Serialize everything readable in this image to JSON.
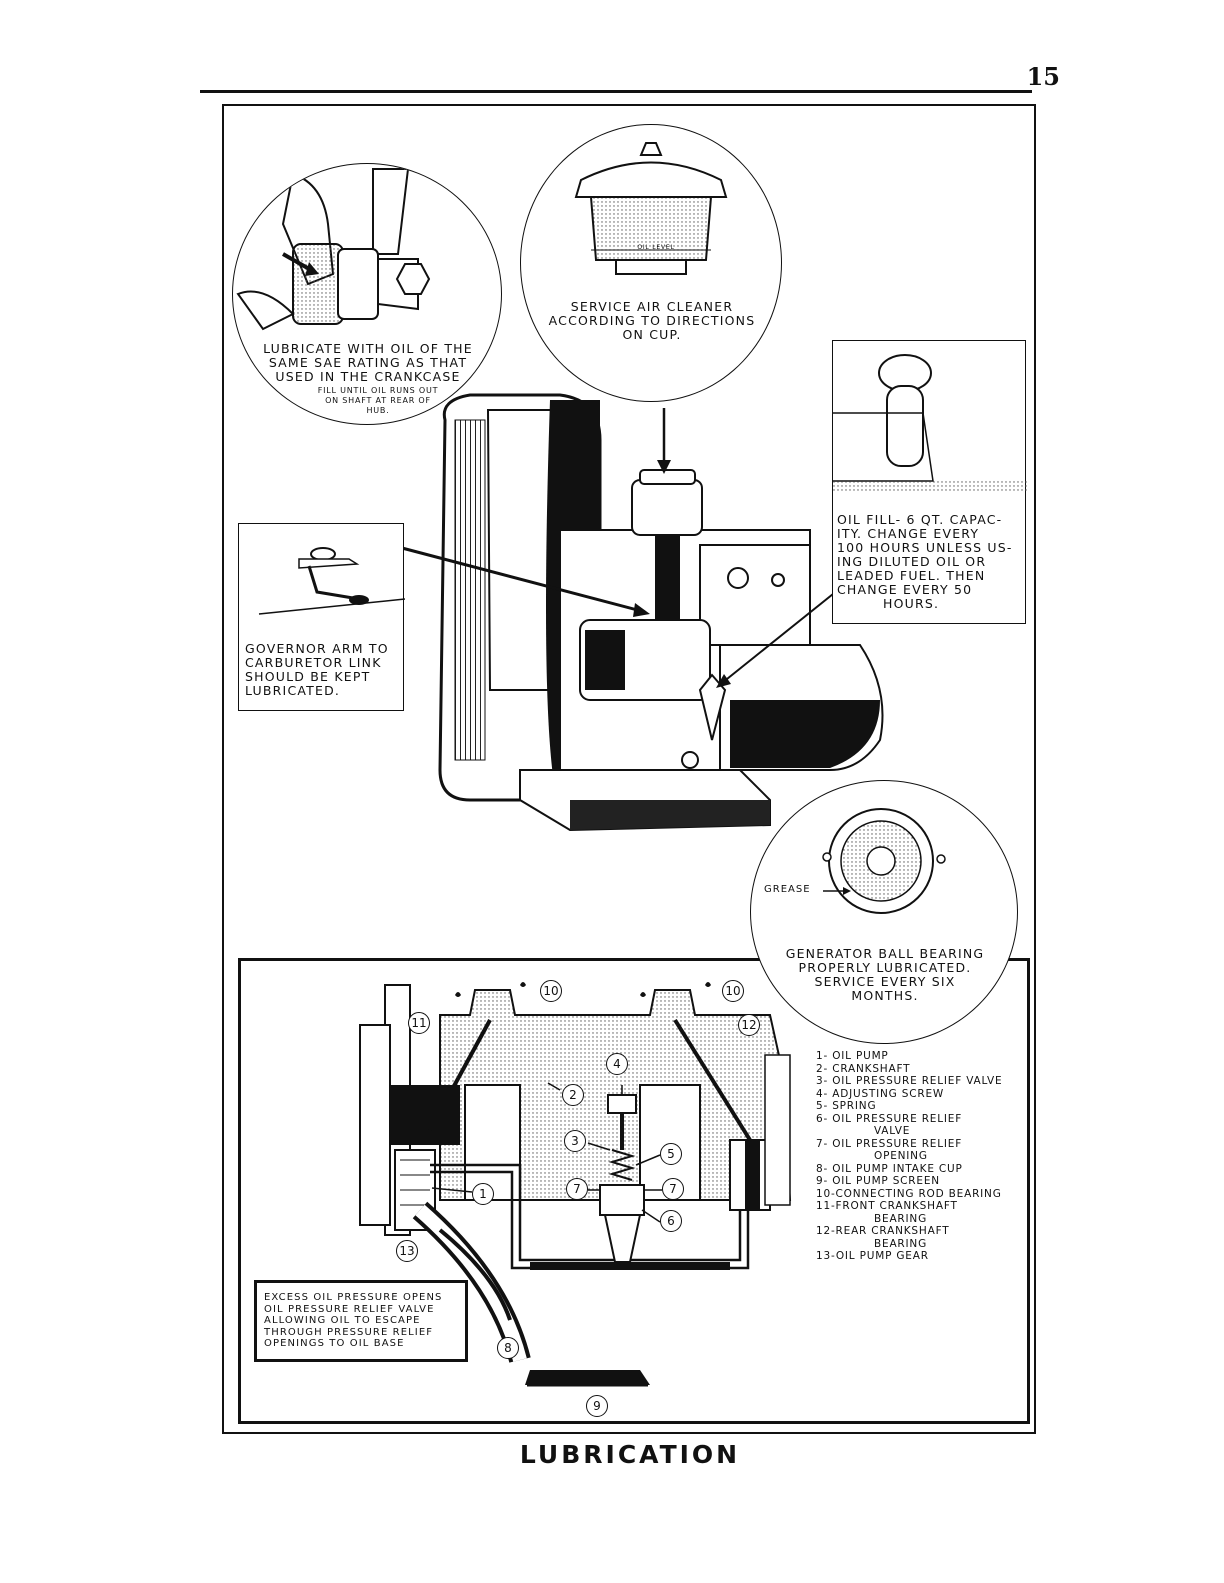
{
  "page": {
    "number": "15",
    "title": "LUBRICATION"
  },
  "callouts": {
    "fan_hub": {
      "line1": "LUBRICATE WITH OIL OF THE",
      "line2": "SAME SAE RATING AS THAT",
      "line3": "USED IN THE CRANKCASE",
      "line4": "FILL UNTIL OIL RUNS OUT",
      "line5": "ON SHAFT AT REAR OF",
      "line6": "HUB."
    },
    "air_cleaner": {
      "line1": "SERVICE AIR CLEANER",
      "line2": "ACCORDING TO DIRECTIONS",
      "line3": "ON CUP.",
      "cup_text": "OIL LEVEL"
    },
    "oil_fill": {
      "line1": "OIL FILL- 6 QT. CAPAC-",
      "line2": "ITY. CHANGE EVERY",
      "line3": "100 HOURS UNLESS US-",
      "line4": "ING DILUTED OIL OR",
      "line5": "LEADED FUEL. THEN",
      "line6": "CHANGE EVERY 50",
      "line7": "HOURS."
    },
    "governor": {
      "line1": "GOVERNOR ARM TO",
      "line2": "CARBURETOR LINK",
      "line3": "SHOULD BE KEPT",
      "line4": "LUBRICATED."
    },
    "generator": {
      "grease": "GREASE",
      "line1": "GENERATOR BALL BEARING",
      "line2": "PROPERLY LUBRICATED.",
      "line3": "SERVICE EVERY SIX",
      "line4": "MONTHS."
    }
  },
  "diagram": {
    "numbers": [
      "1",
      "2",
      "3",
      "4",
      "5",
      "6",
      "7",
      "7",
      "8",
      "9",
      "10",
      "10",
      "11",
      "12",
      "13"
    ],
    "note": {
      "line1": "EXCESS OIL PRESSURE OPENS",
      "line2": "OIL PRESSURE RELIEF VALVE",
      "line3": "ALLOWING OIL TO ESCAPE",
      "line4": "THROUGH PRESSURE RELIEF",
      "line5": "OPENINGS TO OIL BASE"
    },
    "legend": [
      {
        "text": "1- OIL PUMP"
      },
      {
        "text": "2- CRANKSHAFT"
      },
      {
        "text": "3- OIL PRESSURE RELIEF VALVE"
      },
      {
        "text": "4- ADJUSTING SCREW"
      },
      {
        "text": "5- SPRING"
      },
      {
        "text": "6- OIL PRESSURE RELIEF",
        "cont": "VALVE"
      },
      {
        "text": "7- OIL PRESSURE RELIEF",
        "cont": "OPENING"
      },
      {
        "text": "8- OIL PUMP INTAKE CUP"
      },
      {
        "text": "9- OIL PUMP SCREEN"
      },
      {
        "text": "10-CONNECTING ROD BEARING"
      },
      {
        "text": "11-FRONT CRANKSHAFT",
        "cont": "BEARING"
      },
      {
        "text": "12-REAR CRANKSHAFT",
        "cont": "BEARING"
      },
      {
        "text": "13-OIL PUMP GEAR"
      }
    ]
  }
}
